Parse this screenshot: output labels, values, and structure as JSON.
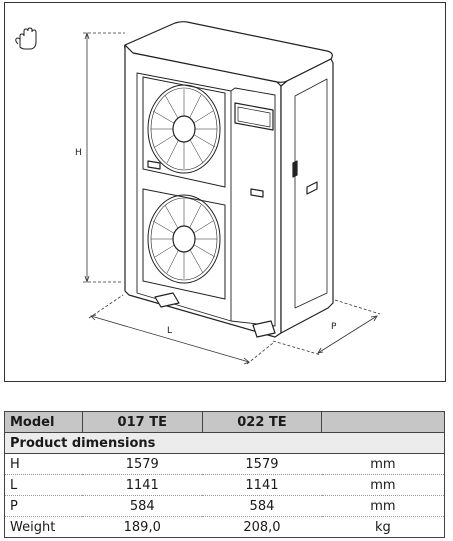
{
  "drawing": {
    "dim_h": "H",
    "dim_l": "L",
    "dim_p": "P"
  },
  "table": {
    "headers": [
      "Model",
      "017 TE",
      "022 TE",
      ""
    ],
    "section_title": "Product dimensions",
    "rows": [
      {
        "label": "H",
        "v1": "1579",
        "v2": "1579",
        "unit": "mm"
      },
      {
        "label": "L",
        "v1": "1141",
        "v2": "1141",
        "unit": "mm"
      },
      {
        "label": "P",
        "v1": "584",
        "v2": "584",
        "unit": "mm"
      },
      {
        "label": "Weight",
        "v1": "189,0",
        "v2": "208,0",
        "unit": "kg"
      }
    ]
  }
}
